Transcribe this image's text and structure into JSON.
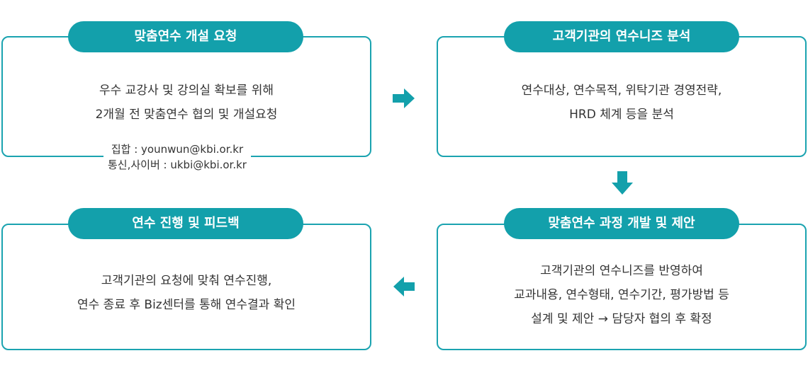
{
  "accent_color": "#13a0ab",
  "steps": [
    {
      "title": "맞춤연수 개설 요청",
      "lines": [
        "우수 교강사 및 강의실 확보를 위해",
        "2개월 전 맞춤연수 협의 및 개설요청"
      ],
      "contact": [
        "집합 : younwun@kbi.or.kr",
        "통신,사이버 : ukbi@kbi.or.kr"
      ]
    },
    {
      "title": "고객기관의 연수니즈 분석",
      "lines": [
        "연수대상, 연수목적, 위탁기관 경영전략,",
        "HRD 체계 등을 분석"
      ]
    },
    {
      "title": "맞춤연수 과정 개발 및 제안",
      "lines": [
        "고객기관의 연수니즈를 반영하여",
        "교과내용, 연수형태, 연수기간, 평가방법 등",
        "설계 및 제안 → 담당자 협의 후 확정"
      ]
    },
    {
      "title": "연수 진행 및 피드백",
      "lines": [
        "고객기관의 요청에 맞춰 연수진행,",
        "연수 종료 후 Biz센터를 통해 연수결과 확인"
      ]
    }
  ],
  "arrows": [
    "arrow-right-icon",
    "arrow-down-icon",
    "arrow-left-icon"
  ]
}
